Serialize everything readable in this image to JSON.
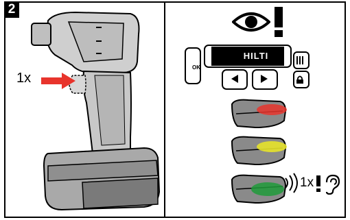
{
  "step": {
    "number": "2"
  },
  "press": {
    "count_label": "1x"
  },
  "panel": {
    "logo": "HILTI",
    "ok_label": "OK"
  },
  "feedback": {
    "sound_count": "1x"
  },
  "colors": {
    "red_led": "#e8342c",
    "yellow_led": "#e6e22a",
    "green_led": "#1f9a3a",
    "arrow": "#e8342c"
  },
  "icons": [
    "eye-icon",
    "exclamation-icon",
    "left-arrow-icon",
    "right-arrow-icon",
    "battery-icon",
    "lock-icon",
    "sound-waves-icon",
    "ear-icon"
  ]
}
